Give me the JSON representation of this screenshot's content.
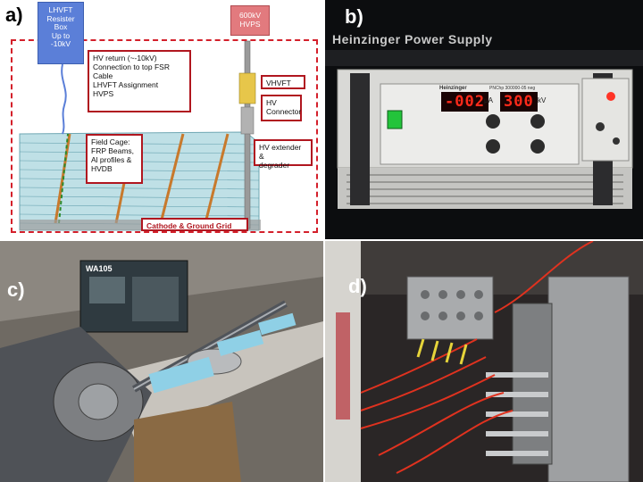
{
  "panels": {
    "a": {
      "label": "a)",
      "lhvft_box": "LHVFT\nResister\nBox\nUp to\n-10kV",
      "hvps_box": "600kV\nHVPS",
      "hv_return": "HV return (~-10kV)\nConnection to top FSR\nCable\nLHVFT Assignment\nHVPS",
      "vhvft": "VHVFT",
      "hv_connector": "HV\nConnector",
      "hv_extender": "HV extender &\ndegrader",
      "field_cage": "Field Cage:\nFRP Beams,\nAl profiles &\nHVDB",
      "cathode": "Cathode & Ground Grid"
    },
    "b": {
      "label": "b)",
      "title": "Heinzinger Power Supply",
      "brand_small": "Heinzinger",
      "model": "PNChp 300000-05 neg",
      "current_value": "-002",
      "current_unit": "μA",
      "voltage_value": "300",
      "voltage_unit": "kV"
    },
    "c": {
      "label": "c)",
      "poster_title": "WA105"
    },
    "d": {
      "label": "d)"
    }
  },
  "colors": {
    "accent_red": "#b0161f",
    "dashed_red": "#d4202b",
    "lhvft_blue": "#5b7fd8",
    "hvps_pink": "#e27a7e"
  }
}
